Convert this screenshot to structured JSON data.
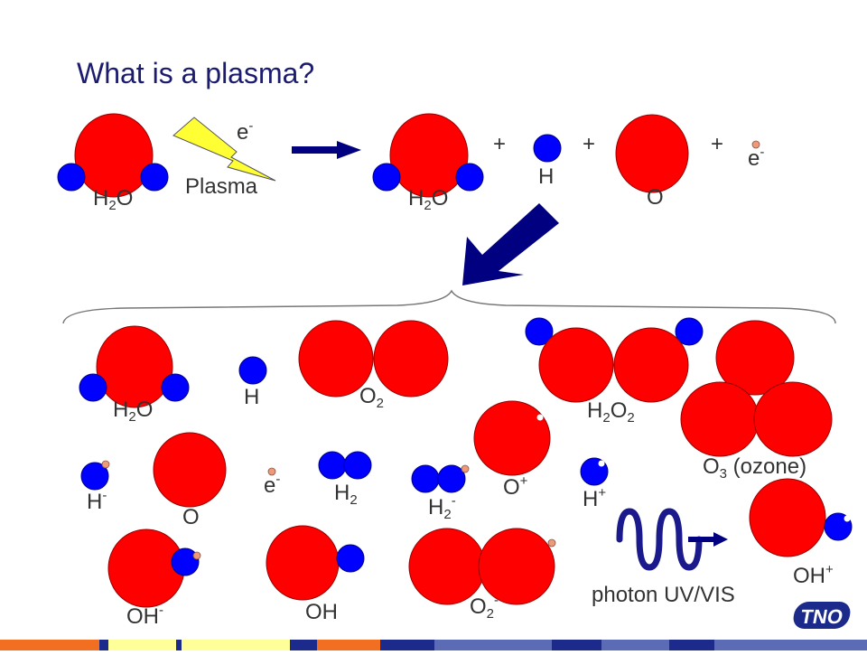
{
  "title": "What is a plasma?",
  "top": {
    "reactant_label": "H2O",
    "electron_label": "e-",
    "plasma_label": "Plasma",
    "product_water_label": "H2O",
    "plus": "+",
    "hydrogen_label": "H",
    "oxygen_label": "O",
    "electron2_label": "e-"
  },
  "species": {
    "water": "H2O",
    "hydrogen": "H",
    "oxygen_molecule": "O2",
    "hydrogen_peroxide": "H2O2",
    "ozone": "O3 (ozone)",
    "hydride": "H-",
    "oxygen_atom": "O",
    "electron": "e-",
    "hydrogen_molecule": "H2",
    "hydrogen_molecule_anion": "H2-",
    "oxygen_cation": "O+",
    "proton": "H+",
    "hydroxide": "OH-",
    "hydroxyl": "OH",
    "superoxide": "O2-",
    "hydroxyl_cation": "OH+",
    "photon_label": "photon UV/VIS"
  },
  "colors": {
    "title": "#1c1c6e",
    "atom_red": "#ff0000",
    "atom_blue": "#0000ff",
    "electron": "#ee9977",
    "arrow": "#000080",
    "lightning": "#ffff33",
    "wave": "#1a1a8c"
  },
  "footer": {
    "logo_text": "TNO"
  }
}
